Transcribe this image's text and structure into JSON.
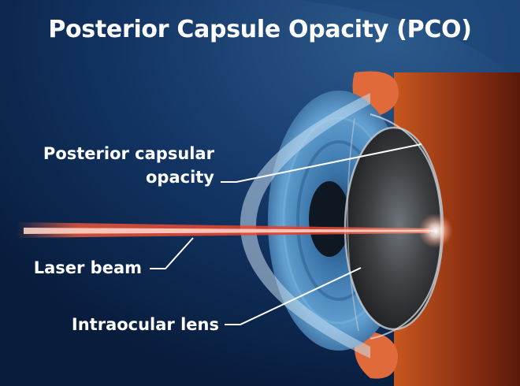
{
  "title": "Posterior Capsule Opacity (PCO)",
  "labels": {
    "pco_line1": "Posterior capsular",
    "pco_line2": "opacity",
    "laser_beam": "Laser beam",
    "intraocular_lens": "Intraocular lens"
  },
  "colors": {
    "background_dark": "#0b2346",
    "iris_blue": "#4f8fc4",
    "retina_orange": "#a8421a",
    "laser_red": "#e8402a",
    "text": "#ffffff"
  }
}
